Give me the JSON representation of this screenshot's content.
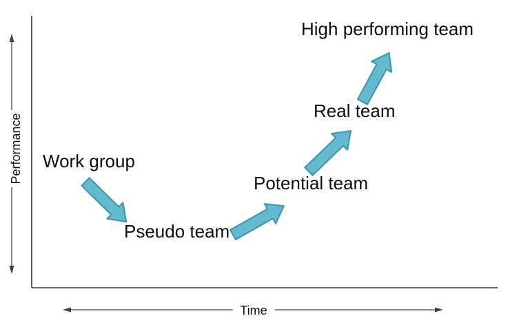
{
  "colors": {
    "arrow-fill": "#63BACE",
    "arrow-stroke": "#3E93AC",
    "axis-color": "#333333",
    "thin-arrow-color": "#404040",
    "text-color": "#0d0d0d",
    "background": "#ffffff"
  },
  "diagram": {
    "y_axis": {
      "label": "Performance"
    },
    "x_axis": {
      "label": "Time"
    },
    "stages": [
      {
        "label": "Work group"
      },
      {
        "label": "Pseudo team"
      },
      {
        "label": "Potential team"
      },
      {
        "label": "Real team"
      },
      {
        "label": "High performing team"
      }
    ]
  }
}
